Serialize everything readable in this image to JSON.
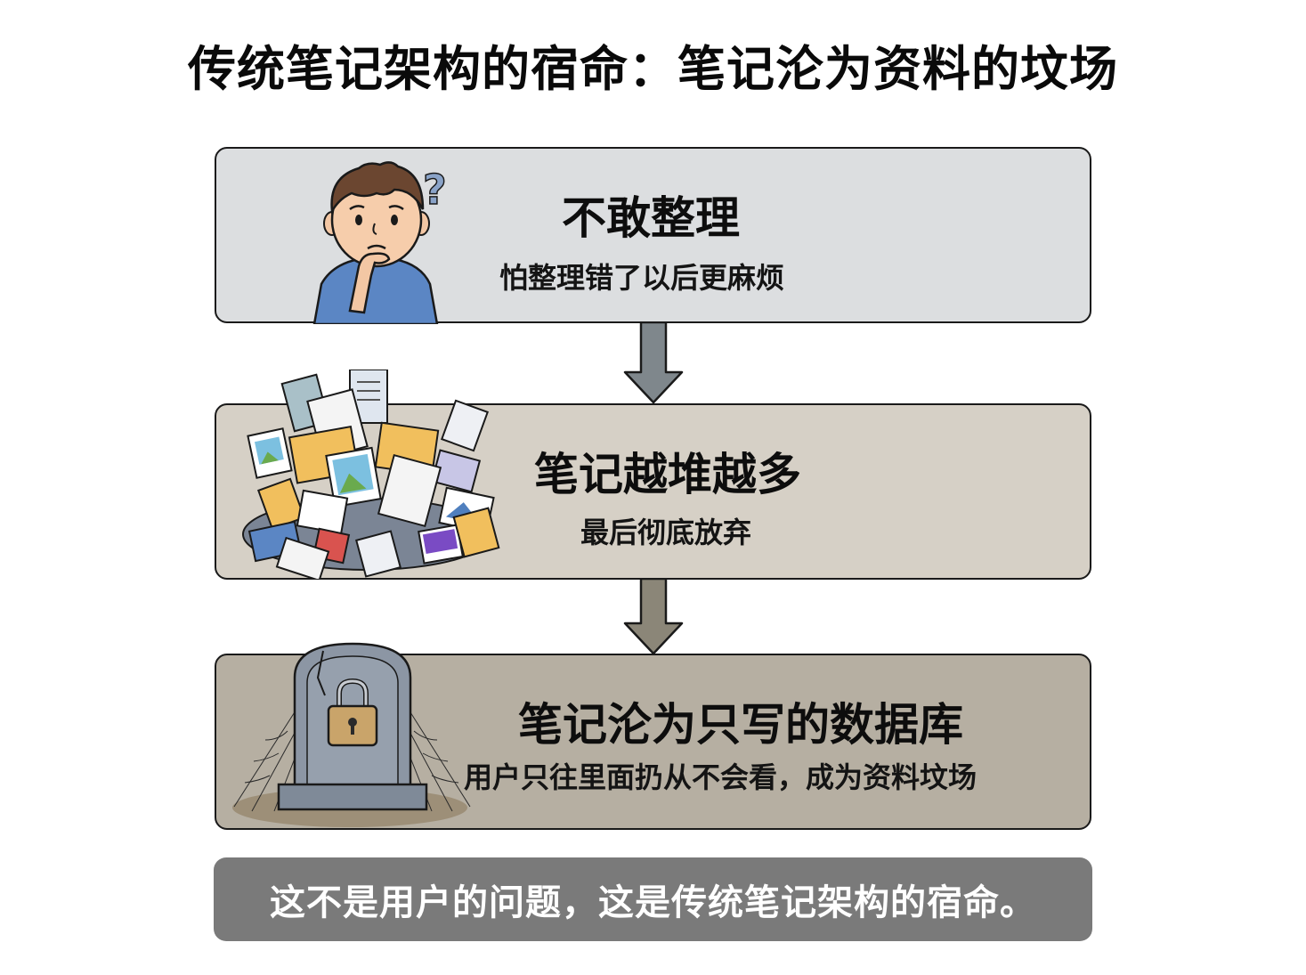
{
  "title": "传统笔记架构的宿命：笔记沦为资料的坟场",
  "steps": [
    {
      "heading": "不敢整理",
      "subtitle": "怕整理错了以后更麻烦",
      "illustration": "confused-person-icon",
      "background": "#dcdee0"
    },
    {
      "heading": "笔记越堆越多",
      "subtitle": "最后彻底放弃",
      "illustration": "document-pile-icon",
      "background": "#d6d0c6"
    },
    {
      "heading": "笔记沦为只写的数据库",
      "subtitle": "用户只往里面扔从不会看，成为资料坟场",
      "illustration": "locked-tombstone-icon",
      "background": "#b6afa2"
    }
  ],
  "arrows": [
    {
      "icon": "down-arrow-icon",
      "color": "#7f878c"
    },
    {
      "icon": "down-arrow-icon",
      "color": "#8b8678"
    }
  ],
  "conclusion": {
    "text": "这不是用户的问题，这是传统笔记架构的宿命。",
    "background": "#7a7a7a"
  }
}
